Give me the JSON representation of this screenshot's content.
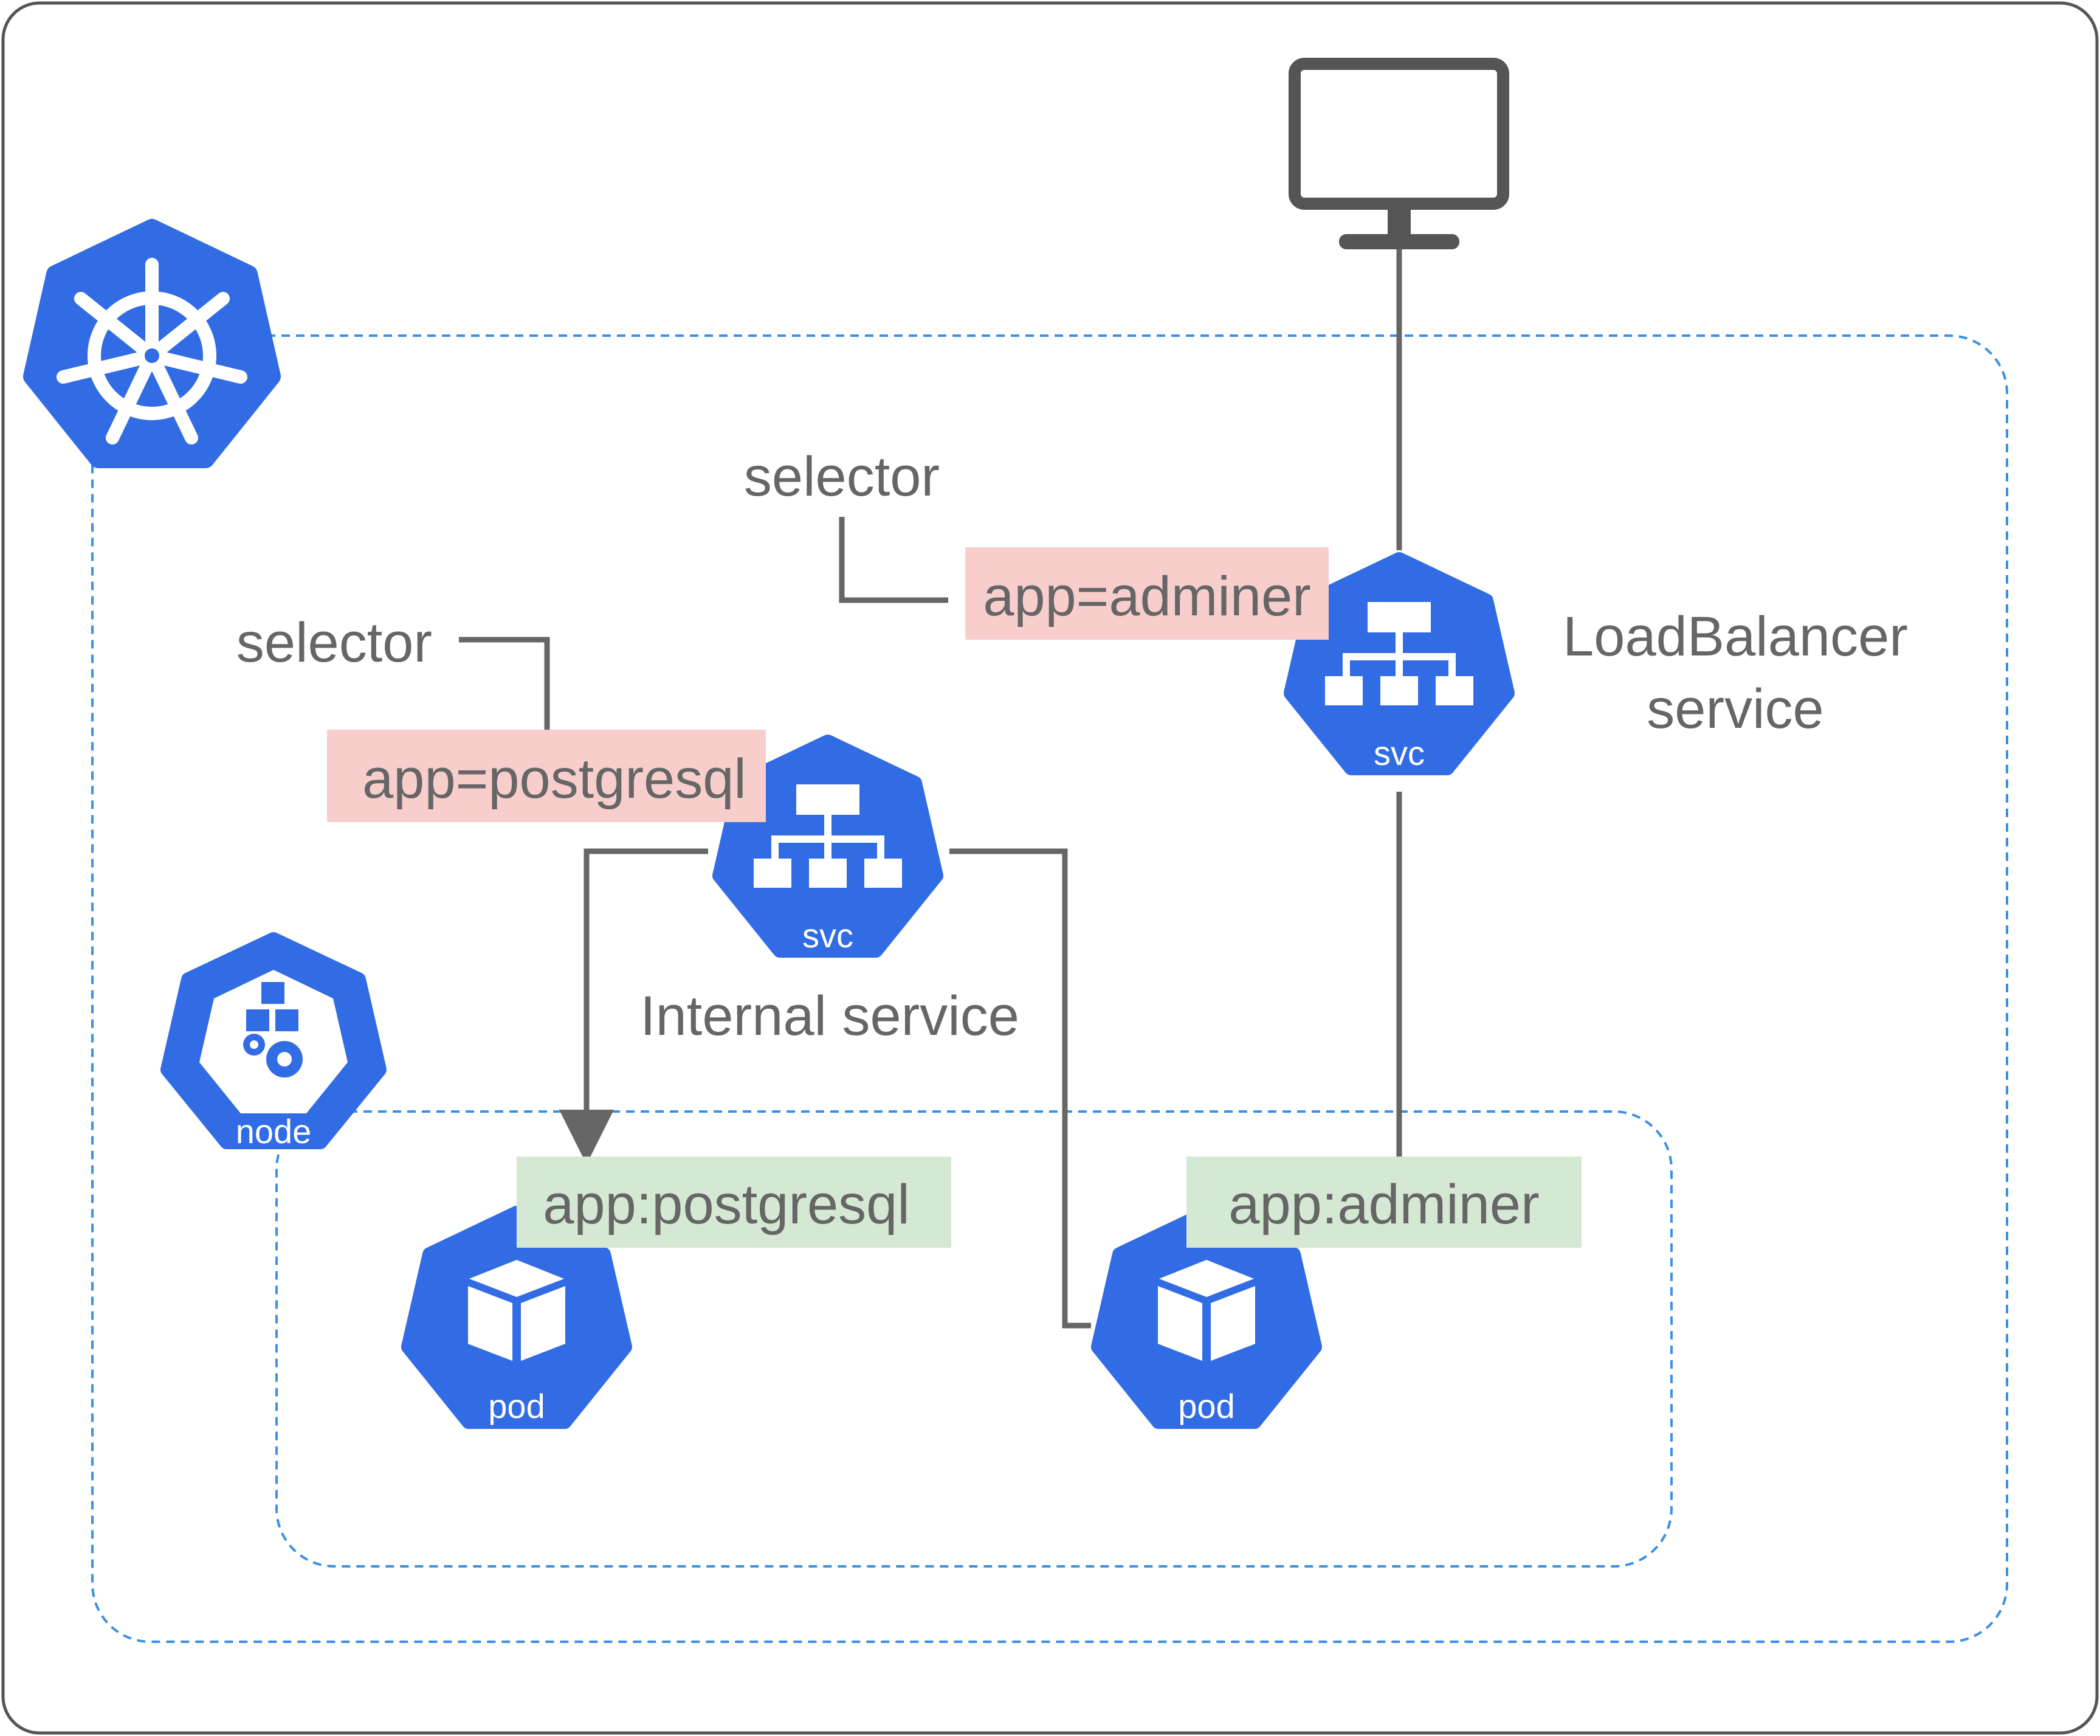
{
  "diagram": {
    "selector_adminer": "selector",
    "selector_postgres": "selector",
    "selector_value_adminer": "app=adminer",
    "selector_value_postgres": "app=postgresql",
    "loadbalancer_line1": "LoadBalancer",
    "loadbalancer_line2": "service",
    "internal_service": "Internal service",
    "svc_lb_label": "svc",
    "svc_internal_label": "svc",
    "node_label": "node",
    "pod_postgres_label": "pod",
    "pod_adminer_label": "pod",
    "pod_postgres_tag": "app:postgresql",
    "pod_adminer_tag": "app:adminer"
  },
  "colors": {
    "k8s_blue": "#326CE5",
    "line_gray": "#666666",
    "dashed_blue": "#3B8FE5",
    "selector_bg": "#F8CECC",
    "label_bg": "#D5E8D4",
    "frame": "#555555"
  },
  "icons": {
    "kubernetes": "helm-wheel-icon",
    "monitor": "monitor-icon",
    "service": "hierarchy-icon",
    "node": "cubes-gears-icon",
    "pod": "cube-icon"
  }
}
